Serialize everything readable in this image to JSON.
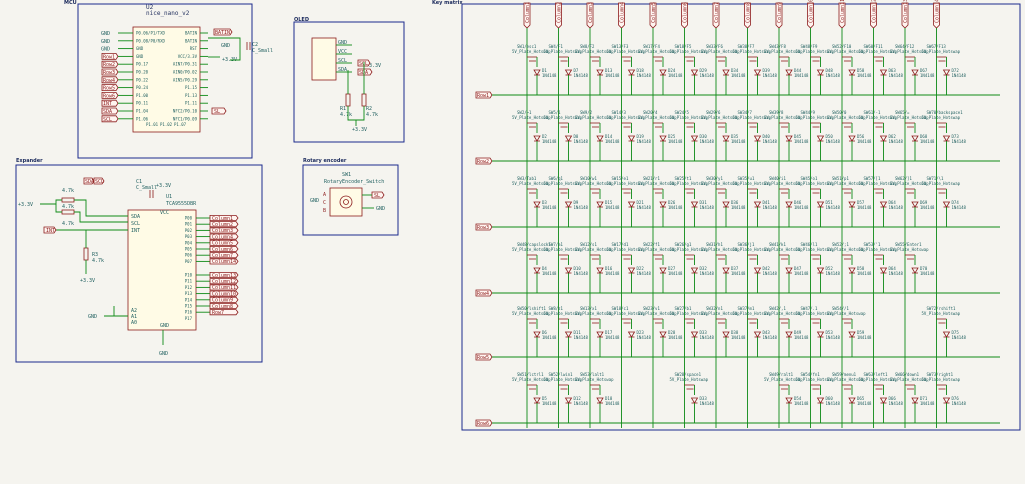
{
  "sections": {
    "mcu": "MCU",
    "keymatrix": "Key matrix",
    "oled": "OLED",
    "expander": "Expander",
    "rotary": "Rotary encoder"
  },
  "mcu": {
    "ref": "U2",
    "part": "nice_nano_v2",
    "left_pins": [
      "GND",
      "GND",
      "GND",
      "Row1",
      "Row2",
      "Row3",
      "Row4",
      "Row5",
      "Row6",
      "INT",
      "SDA",
      "SCL"
    ],
    "left_signals": [
      "P0.06/P1/TXD",
      "P0.08/P0/RXD",
      "GND",
      "GND",
      "P0.17",
      "P0.20",
      "P0.22",
      "P0.24",
      "P1.00",
      "P0.11",
      "P1.04",
      "P1.06"
    ],
    "right_signals": [
      "BATIN",
      "BATIN",
      "RST",
      "VCC/3.3V",
      "AIN7/P0.31",
      "AIN0/P0.02",
      "AIN5/P0.29",
      "P1.15",
      "P1.13",
      "P1.11",
      "NFC2/P0.10",
      "NFC1/P0.09"
    ],
    "bottom_signals": [
      "P1.01",
      "P1.02",
      "P1.07"
    ],
    "bat_label": "BATIN",
    "cap_ref": "C2",
    "cap_part": "C_Small",
    "supply": "+3.3V",
    "sl_label": "SL"
  },
  "oled": {
    "pins": [
      "GND",
      "VCC",
      "SCL",
      "SDA"
    ],
    "supply": "+3.3V",
    "scl_tag": "SCL",
    "sda_tag": "SDA",
    "r1": "R1",
    "r2": "R2",
    "r_val": "4.7k",
    "net_supply": "+3.3V"
  },
  "rotary": {
    "ref": "SW1",
    "part": "RotaryEncoder_Switch",
    "pins": [
      "A",
      "C",
      "B"
    ],
    "gnd": "GND",
    "sl": "SL",
    "gnd2": "GND"
  },
  "expander": {
    "ref": "U1",
    "part": "TCA9555DBR",
    "cap_ref": "C1",
    "cap_part": "C_Small",
    "supply": "+3.3V",
    "left_pins": [
      "SDA",
      "SCL",
      "INT"
    ],
    "addr_pins": [
      "A2",
      "A1",
      "A0"
    ],
    "gnd": "GND",
    "vcc": "VCC",
    "int_tag": "INT",
    "r_values": [
      "4.7k",
      "4.7k",
      "4.7k"
    ],
    "r3": "R3",
    "r3_val": "4.7k",
    "sda_tag": "SDA",
    "scl_tag": "SCL",
    "port_pins": [
      "P00",
      "P01",
      "P02",
      "P03",
      "P04",
      "P05",
      "P06",
      "P07",
      "P10",
      "P11",
      "P12",
      "P13",
      "P14",
      "P15",
      "P16",
      "P17"
    ],
    "column_tags": [
      "Column1",
      "Column2",
      "Column3",
      "Column4",
      "Column5",
      "Column6",
      "Column7",
      "Column14",
      "Column13",
      "Column12",
      "Column11",
      "Column10",
      "Column9",
      "Column8",
      "Row7"
    ],
    "gnd_label": "GND"
  },
  "matrix": {
    "columns": [
      "Column1",
      "Column2",
      "Column3",
      "Column4",
      "Column5",
      "Column6",
      "Column7",
      "Column8",
      "Column9",
      "Column10",
      "Column11",
      "Column12",
      "Column13",
      "Column14"
    ],
    "rows": [
      "Row1",
      "Row2",
      "Row3",
      "Row4",
      "Row5",
      "Row6"
    ],
    "switch_type": "5V_Plate_Hotswap",
    "diode_type": "1N4148",
    "rows_data": [
      {
        "switches": [
          "SW1/esc1",
          "SW4/F1",
          "SW8/F2",
          "SW13/F3",
          "SW17/F4",
          "SW18/F5",
          "SW33/F6",
          "SW38/F7",
          "SW43/F8",
          "SW48/F9",
          "SW52/F10",
          "SW60/F11",
          "SW64/F12",
          "SW67/F13"
        ],
        "diodes": [
          "D1",
          "D7",
          "D13",
          "D18",
          "D24",
          "D29",
          "D34",
          "D39",
          "D44",
          "D48",
          "D58",
          "D63",
          "D67",
          "D72"
        ]
      },
      {
        "switches": [
          "SW2/~1",
          "SW5/1",
          "SW9/2",
          "SW14/3",
          "SW20/4",
          "SW24/5",
          "SW29/6",
          "SW34/7",
          "SW39/8",
          "SW44/9",
          "SW50/0",
          "SW61/-1",
          "SW65/=",
          "SW70/backspace1"
        ],
        "diodes": [
          "D2",
          "D8",
          "D14",
          "D19",
          "D25",
          "D30",
          "D35",
          "D40",
          "D45",
          "D50",
          "D56",
          "D62",
          "D68",
          "D73"
        ]
      },
      {
        "switches": [
          "SW3/Tab1",
          "SW6/q1",
          "SW10/w1",
          "SW15/e1",
          "SW21/r1",
          "SW25/t1",
          "SW30/y1",
          "SW35/u1",
          "SW40/i1",
          "SW45/o1",
          "SW51/p1",
          "SW57/[1",
          "SW62/]1",
          "SW71/\\1"
        ],
        "diodes": [
          "D3",
          "D9",
          "D15",
          "D21",
          "D26",
          "D31",
          "D36",
          "D41",
          "D46",
          "D51",
          "D57",
          "D64",
          "D69",
          "D74"
        ]
      },
      {
        "switches": [
          "SW48/capslock1",
          "SW7/a1",
          "SW12/s1",
          "SW17/d1",
          "SW22/f1",
          "SW26/g1",
          "SW31/h1",
          "SW36/j1",
          "SW41/k1",
          "SW46/l1",
          "SW52/;1",
          "SW53/'1",
          "SW55/Enter1",
          ""
        ],
        "diodes": [
          "D4",
          "D10",
          "D16",
          "D22",
          "D27",
          "D32",
          "D37",
          "D42",
          "D47",
          "D52",
          "D58",
          "D64",
          "D70",
          ""
        ]
      },
      {
        "switches": [
          "SW50/lshift1",
          "SW8/z1",
          "SW13/x1",
          "SW18/c1",
          "SW23/v1",
          "SW27/b1",
          "SW32/n1",
          "SW37/m1",
          "SW42/,1",
          "SW47/.1",
          "SW54//1",
          "",
          "",
          "SW72/rshift1"
        ],
        "diodes": [
          "D6",
          "D11",
          "D17",
          "D23",
          "D28",
          "D33",
          "D38",
          "D43",
          "D49",
          "D53",
          "D59",
          "",
          "",
          "D75"
        ]
      },
      {
        "switches": [
          "SW51/lctrl1",
          "SW52/lwin1",
          "SW53/lalt1",
          "",
          "",
          "SW28/space1",
          "",
          "",
          "SW49/ralt1",
          "SW54/fn1",
          "SW59/menu1",
          "SW63/left1",
          "SW66/down1",
          "SW73/right1"
        ],
        "diodes": [
          "D5",
          "D12",
          "D18",
          "",
          "",
          "D33",
          "",
          "",
          "D54",
          "D60",
          "D65",
          "D66",
          "D71",
          "D76"
        ]
      }
    ]
  }
}
